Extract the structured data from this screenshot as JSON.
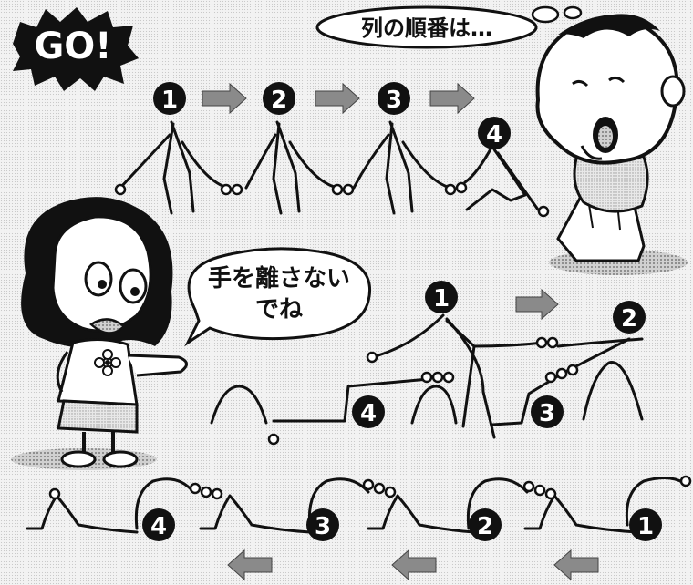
{
  "go_badge": "GO!",
  "thought_bubble": "列の順番は…",
  "speech_bubble": {
    "line1": "手を離さない",
    "line2": "でね"
  },
  "row_top": {
    "numbers": [
      "1",
      "2",
      "3",
      "4"
    ]
  },
  "row_middle": {
    "numbers": [
      "1",
      "2",
      "3",
      "4"
    ]
  },
  "row_bottom": {
    "numbers": [
      "4",
      "3",
      "2",
      "1"
    ]
  },
  "colors": {
    "ink": "#111111",
    "paper": "#f2f2f2",
    "screen": "#bdbdbd",
    "arrow": "#8a8a8a"
  },
  "icons": [
    "right-arrow-icon",
    "left-arrow-icon",
    "flower-icon"
  ]
}
